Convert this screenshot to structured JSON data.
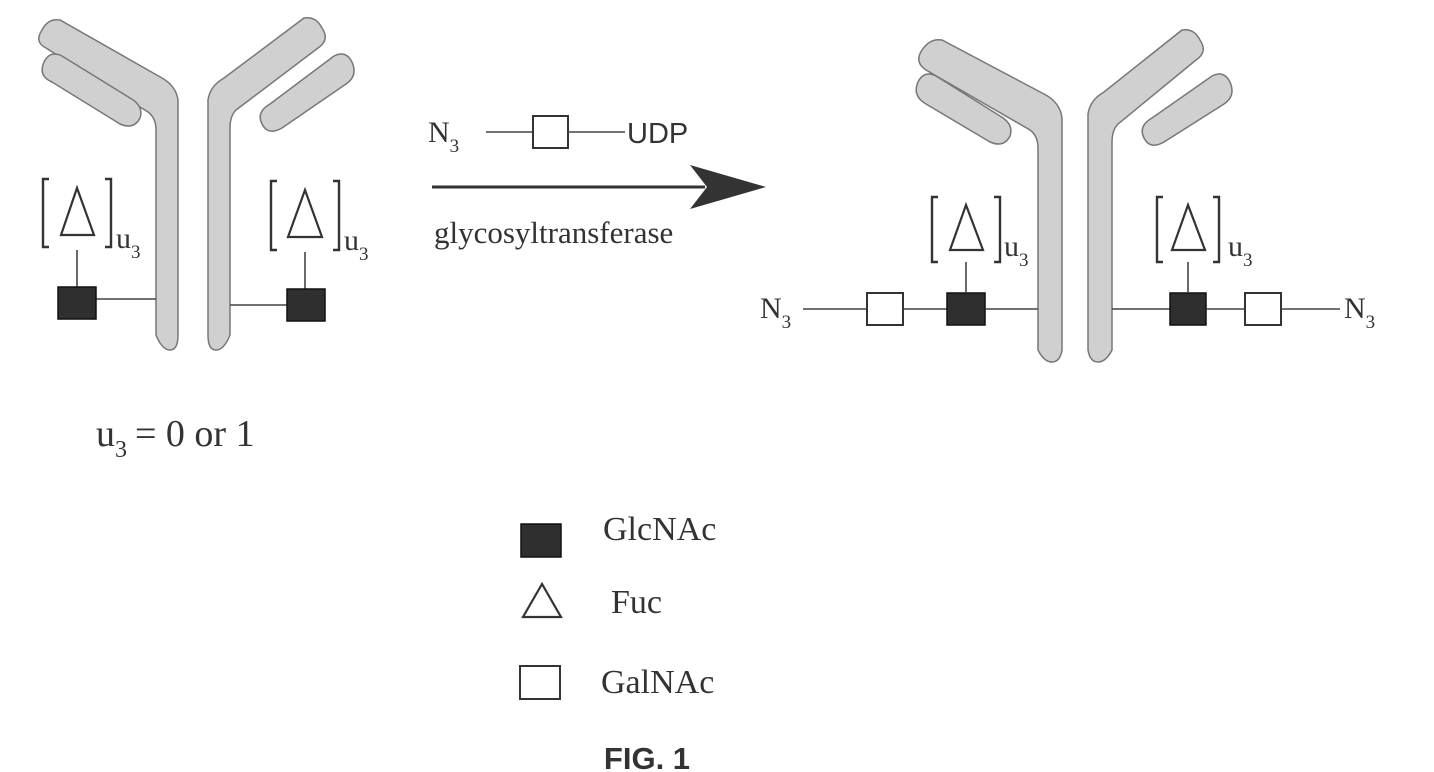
{
  "reaction": {
    "reagent_left": "N",
    "reagent_left_sub": "3",
    "reagent_right": "UDP",
    "enzyme": "glycosyltransferase"
  },
  "antibody_left": {
    "repeat_label": "u",
    "repeat_label_sub": "3"
  },
  "antibody_right": {
    "repeat_label": "u",
    "repeat_label_sub": "3",
    "azide_label": "N",
    "azide_label_sub": "3"
  },
  "condition": {
    "var": "u",
    "var_sub": "3",
    "rest": "= 0 or 1"
  },
  "legend": {
    "items": [
      {
        "symbol": "filled-square",
        "label": "GlcNAc"
      },
      {
        "symbol": "open-triangle",
        "label": "Fuc"
      },
      {
        "symbol": "open-square",
        "label": "GalNAc"
      }
    ]
  },
  "caption": "FIG. 1"
}
